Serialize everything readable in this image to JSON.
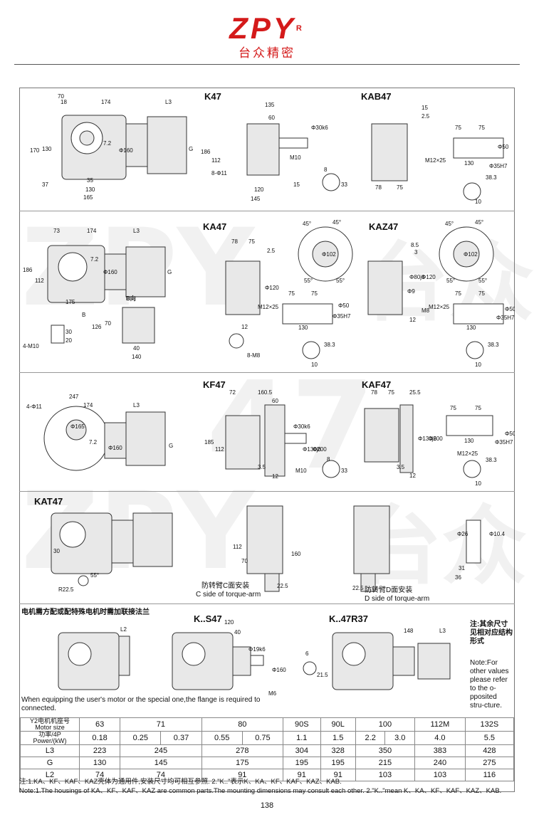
{
  "header": {
    "brand": "ZPY",
    "reg": "R",
    "brand_cn": "台众精密"
  },
  "watermarks": [
    "ZPY",
    "台众",
    "47"
  ],
  "models": {
    "k47": "K47",
    "kab47": "KAB47",
    "ka47": "KA47",
    "kaz47": "KAZ47",
    "kf47": "KF47",
    "kaf47": "KAF47",
    "kat47": "KAT47",
    "ks47": "K..S47",
    "kr37": "K..47R37"
  },
  "labels": {
    "b_dir": "B向",
    "b": "B",
    "c_side_cn": "防转臂C面安装",
    "c_side_en": "C side of torque-arm",
    "d_side_cn": "防转臂D面安装",
    "d_side_en": "D side of torque-arm",
    "flange_cn": "电机需方配或配特殊电机时需加联接法兰",
    "flange_en": "When equipping the user's motor or the special one,the flange is required to connected.",
    "side_note_cn": "注:其余尺寸见相对应结构形式",
    "side_note_en": "Note:For other values please refer to the o-pposited stru-cture."
  },
  "table": {
    "h_motor_cn": "Y2电机机座号",
    "h_motor_en": "Motor size",
    "h_power_cn": "功率/4P",
    "h_power_en": "Power/(kW)",
    "sizes": [
      "63",
      "71",
      "80",
      "90S",
      "90L",
      "100",
      "112M",
      "132S"
    ],
    "powers": [
      "0.18",
      "0.25",
      "0.37",
      "0.55",
      "0.75",
      "1.1",
      "1.5",
      "2.2",
      "3.0",
      "4.0",
      "5.5"
    ],
    "rows": [
      {
        "name": "L3",
        "values": [
          "223",
          "245",
          "278",
          "304",
          "328",
          "350",
          "383",
          "428"
        ]
      },
      {
        "name": "G",
        "values": [
          "130",
          "145",
          "175",
          "195",
          "195",
          "215",
          "240",
          "275"
        ]
      },
      {
        "name": "L2",
        "values": [
          "74",
          "74",
          "91",
          "91",
          "91",
          "103",
          "103",
          "116"
        ]
      }
    ]
  },
  "notes": {
    "cn": "注:1.KA、KF、KAF、KAZ壳体为通用件,安装尺寸均可相互参照.   2.\"K..\"表示K、KA、KF、KAF、KAZ、KAB.",
    "en": "Note:1.The housings of KA、KF、KAF、KAZ are common parts.The mounting dimensions may consult each other. 2.\"K..\"mean K、KA、KF、KAF、KAZ、KAB."
  },
  "page_number": "138",
  "dims": {
    "k47": [
      "174",
      "L3",
      "70",
      "18",
      "170",
      "130",
      "37",
      "35",
      "130",
      "165",
      "G",
      "Φ160",
      "7.2"
    ],
    "k47_side": [
      "135",
      "60",
      "Φ30k6",
      "186",
      "112",
      "8-Φ11",
      "M10",
      "120",
      "145",
      "15",
      "8",
      "33"
    ],
    "kab47": [
      "15",
      "2.5",
      "75",
      "75",
      "M12×25",
      "130",
      "Φ35H7",
      "Φ50",
      "78",
      "75",
      "38.3",
      "10"
    ],
    "ka47": [
      "73",
      "174",
      "L3",
      "186",
      "112",
      "Φ160",
      "G",
      "175",
      "7.2"
    ],
    "ka47_b": [
      "B",
      "126",
      "70",
      "40",
      "140",
      "4-M10",
      "30",
      "20"
    ],
    "ka47_side": [
      "78",
      "75",
      "2.5",
      "Φ120",
      "75",
      "75",
      "M12×25",
      "130",
      "Φ35H7",
      "Φ50",
      "12",
      "8-M8",
      "38.3",
      "10"
    ],
    "ka47_flange": [
      "45°",
      "45°",
      "Φ102",
      "55°",
      "55°"
    ],
    "kaz47": [
      "45°",
      "45°",
      "Φ102",
      "55°",
      "55°",
      "8.5",
      "3",
      "Φ80j6",
      "Φ120",
      "Φ9",
      "M8",
      "12",
      "75",
      "75",
      "M12×25",
      "130",
      "Φ35H7",
      "Φ50",
      "38.3",
      "10"
    ],
    "kf47": [
      "4-Φ11",
      "247",
      "174",
      "L3",
      "Φ165",
      "7.2",
      "Φ160",
      "G"
    ],
    "kf47_side": [
      "72",
      "160.5",
      "60",
      "Φ30k6",
      "185",
      "112",
      "Φ130j6",
      "Φ200",
      "3.5",
      "12",
      "M10",
      "8",
      "33"
    ],
    "kaf47": [
      "78",
      "75",
      "25.5",
      "Φ130j6",
      "Φ200",
      "3.5",
      "12",
      "75",
      "75",
      "M12×25",
      "130",
      "Φ35H7",
      "Φ50",
      "38.3",
      "10"
    ],
    "kat47": [
      "30",
      "55°",
      "R22.5",
      "112",
      "70",
      "160",
      "22.5",
      "22.5",
      "Φ26",
      "Φ10.4",
      "31",
      "36"
    ],
    "ks47": [
      "L2",
      "120",
      "40",
      "Φ19k6",
      "Φ160",
      "M6",
      "6",
      "21.5"
    ],
    "kr37": [
      "148",
      "L3"
    ]
  }
}
